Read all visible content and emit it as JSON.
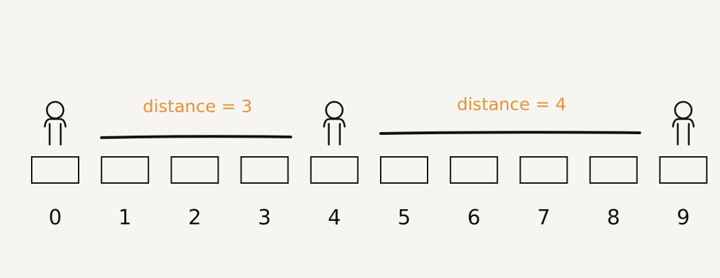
{
  "seats": [
    {
      "label": "0",
      "occupied": true
    },
    {
      "label": "1",
      "occupied": false
    },
    {
      "label": "2",
      "occupied": false
    },
    {
      "label": "3",
      "occupied": false
    },
    {
      "label": "4",
      "occupied": true
    },
    {
      "label": "5",
      "occupied": false
    },
    {
      "label": "6",
      "occupied": false
    },
    {
      "label": "7",
      "occupied": false
    },
    {
      "label": "8",
      "occupied": false
    },
    {
      "label": "9",
      "occupied": true
    }
  ],
  "distances": [
    {
      "label": "distance = 3",
      "from_seat": 1,
      "to_seat": 3
    },
    {
      "label": "distance = 4",
      "from_seat": 5,
      "to_seat": 8
    }
  ],
  "colors": {
    "label": "#e8913a",
    "ink": "#111111",
    "background": "#f6f5f2"
  }
}
